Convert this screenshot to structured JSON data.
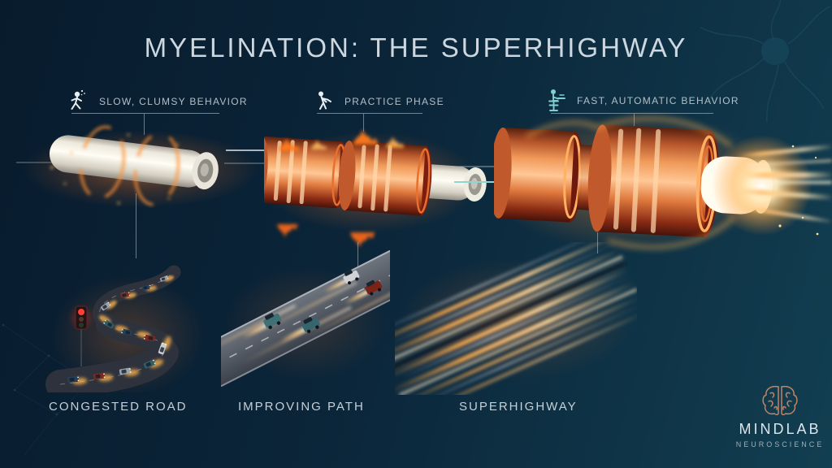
{
  "title": "MYELINATION: THE SUPERHIGHWAY",
  "stages": [
    {
      "behavior_label": "SLOW, CLUMSY BEHAVIOR",
      "icon": "stumbling-person-icon",
      "axon_state": "bare-axon-with-sparks",
      "road_label": "CONGESTED ROAD",
      "road_visual": "winding-congested-road-with-traffic-light"
    },
    {
      "behavior_label": "PRACTICE PHASE",
      "icon": "practicing-person-icon",
      "axon_state": "partially-myelinated-axon",
      "road_label": "IMPROVING PATH",
      "road_visual": "straight-road-with-flowing-cars"
    },
    {
      "behavior_label": "FAST, AUTOMATIC BEHAVIOR",
      "icon": "seated-worker-icon",
      "axon_state": "fully-myelinated-axon-with-light-burst",
      "road_label": "SUPERHIGHWAY",
      "road_visual": "light-streak-highway"
    }
  ],
  "brand": {
    "name": "MINDLAB",
    "subtitle": "NEUROSCIENCE",
    "icon": "brain-icon"
  },
  "colors": {
    "background": "#0b2437",
    "copper": "#d9813f",
    "glow_orange": "#ff9a3c",
    "arrow_teal": "#8fd6d0",
    "text_primary": "#cdd7df",
    "text_secondary": "#b3bfc8"
  }
}
